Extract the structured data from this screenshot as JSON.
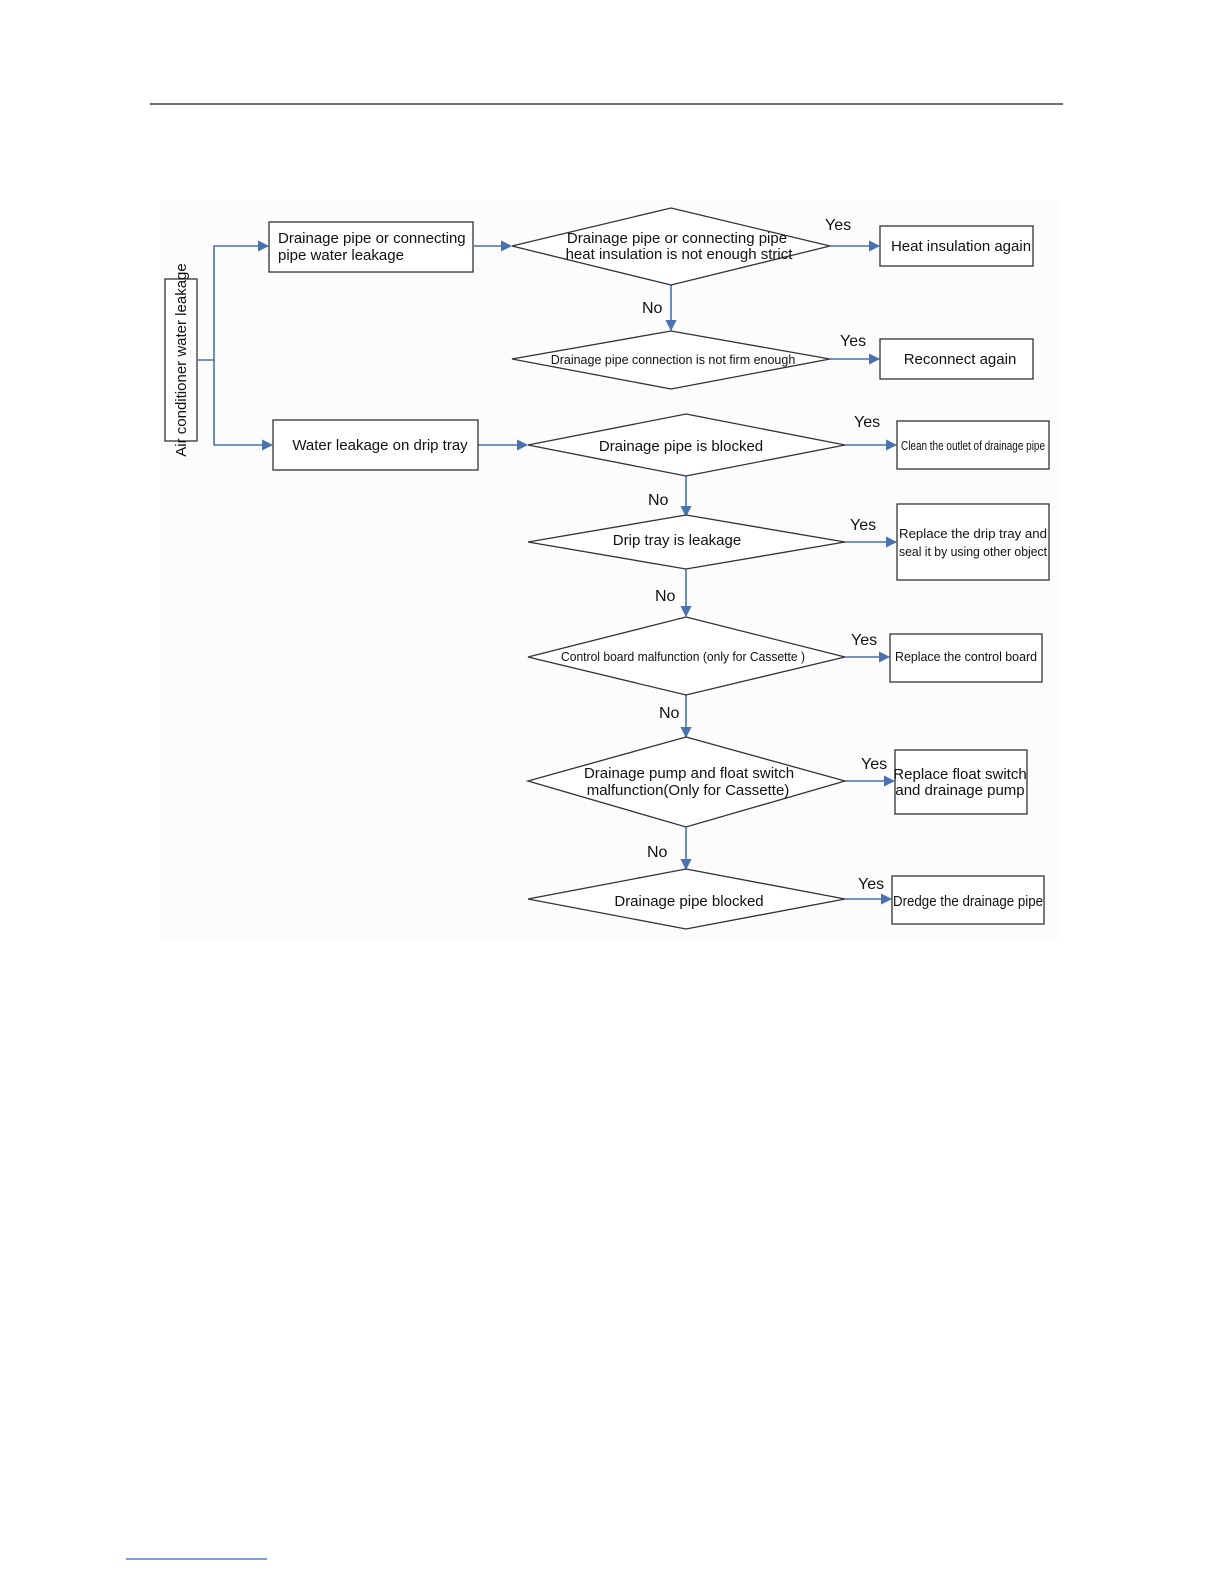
{
  "colors": {
    "connector": "#4a72b0",
    "outline": "#333333",
    "text": "#111111",
    "rule": "#1a1a1a",
    "footnote_rule": "#3b5fc4"
  },
  "flowchart": {
    "start": "Air conditioner water leakage",
    "branch_pipe": {
      "box": [
        "Drainage pipe or connecting",
        "pipe water leakage"
      ],
      "d1": [
        "Drainage pipe or connecting pipe",
        "heat insulation is not enough strict"
      ],
      "d1_action": "Heat insulation again",
      "d2": "Drainage pipe connection is not firm enough",
      "d2_action": "Reconnect again"
    },
    "branch_tray": {
      "box": "Water leakage on drip tray",
      "d3": "Drainage pipe is blocked",
      "d3_action": "Clean the outlet of drainage pipe",
      "d4": "Drip tray is leakage",
      "d4_action": [
        "Replace the drip tray and",
        "seal it by using other object"
      ],
      "d5": "Control board malfunction  (only for Cassette )",
      "d5_action": "Replace the control board",
      "d6": [
        "Drainage pump and float switch",
        "malfunction(Only for Cassette)"
      ],
      "d6_action": [
        "Replace float switch",
        "and drainage pump"
      ],
      "d7": "Drainage pipe blocked",
      "d7_action": "Dredge the drainage pipe"
    },
    "yes": "Yes",
    "no": "No"
  }
}
